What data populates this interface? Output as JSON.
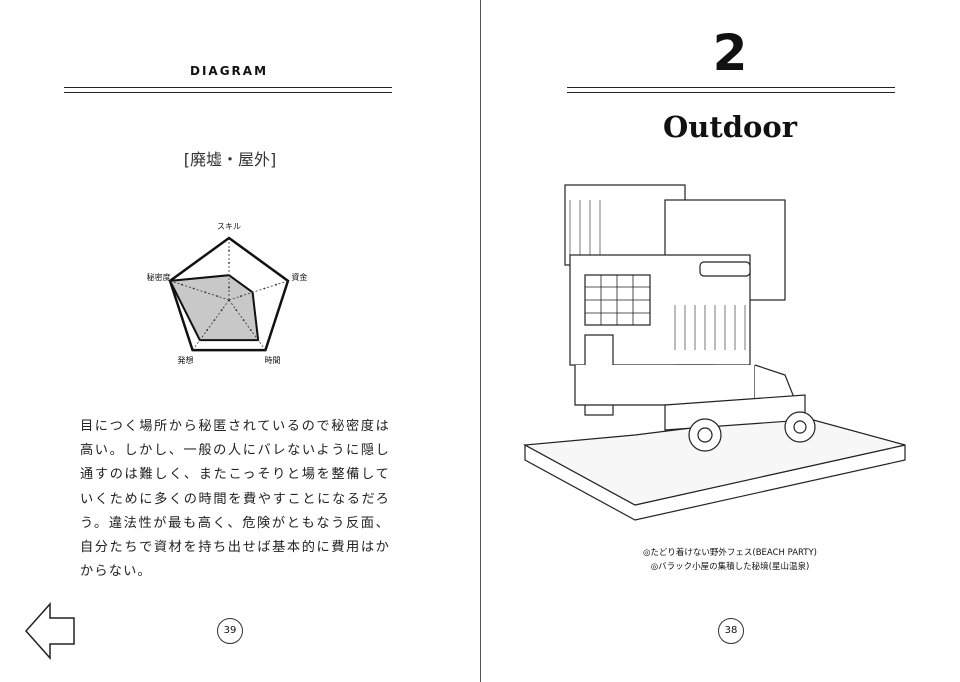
{
  "left_page": {
    "header": "DIAGRAM",
    "section_title": "[廃墟・屋外]",
    "body_text": "目につく場所から秘匿されているので秘密度は高い。しかし、一般の人にバレないように隠し通すのは難しく、またこっそりと場を整備していくために多くの時間を費やすことになるだろう。違法性が最も高く、危険がともなう反面、自分たちで資材を持ち出せば基本的に費用はかからない。",
    "page_number": "39",
    "back_arrow_icon": "left-arrow-icon"
  },
  "chart_data": {
    "type": "radar",
    "axes": [
      "スキル",
      "資金",
      "時間",
      "発想",
      "秘密度"
    ],
    "values": [
      2,
      2,
      4,
      4,
      5
    ],
    "range": [
      0,
      5
    ]
  },
  "right_page": {
    "chapter_number": "2",
    "chapter_title": "Outdoor",
    "captions": [
      "◎たどり着けない野外フェス(BEACH PARTY)",
      "◎バラック小屋の集積した秘境(星山温泉)"
    ],
    "page_number": "38"
  }
}
